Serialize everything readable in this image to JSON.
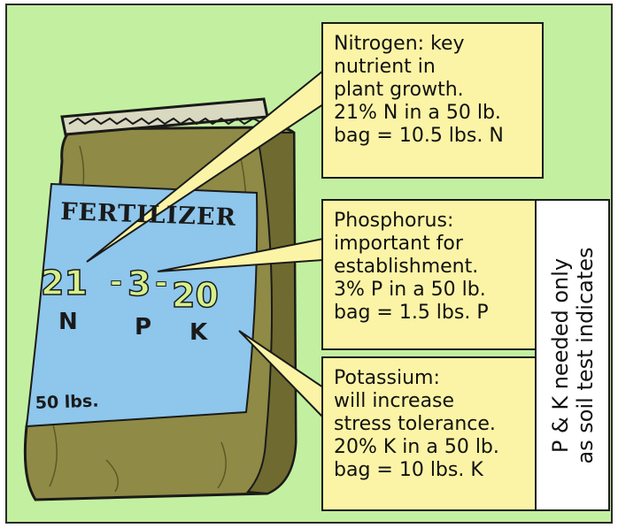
{
  "bag": {
    "brand": "FERTILIZER",
    "weight": "50 lbs.",
    "grades": [
      {
        "number": "21",
        "letter": "N"
      },
      {
        "number": "3",
        "letter": "P"
      },
      {
        "number": "20",
        "letter": "K"
      }
    ],
    "separator": "-"
  },
  "callouts": {
    "nitrogen": [
      "Nitrogen: key",
      "nutrient in",
      "plant growth.",
      "21% N in a 50 lb.",
      "bag = 10.5 lbs. N"
    ],
    "phosphorus": [
      "Phosphorus:",
      "important for",
      "establishment.",
      "3% P in a 50 lb.",
      "bag = 1.5 lbs. P"
    ],
    "potassium": [
      "Potassium:",
      "will increase",
      "stress tolerance.",
      "20% K in a 50 lb.",
      "bag = 10 lbs. K"
    ]
  },
  "sidenote": [
    "P & K needed only",
    "as soil test indicates"
  ],
  "colors": {
    "background": "#c3f0a0",
    "callout": "#fbf4a6",
    "bag": "#8f8a45",
    "label": "#8ec6ec",
    "numbers": "#d6f08a"
  }
}
